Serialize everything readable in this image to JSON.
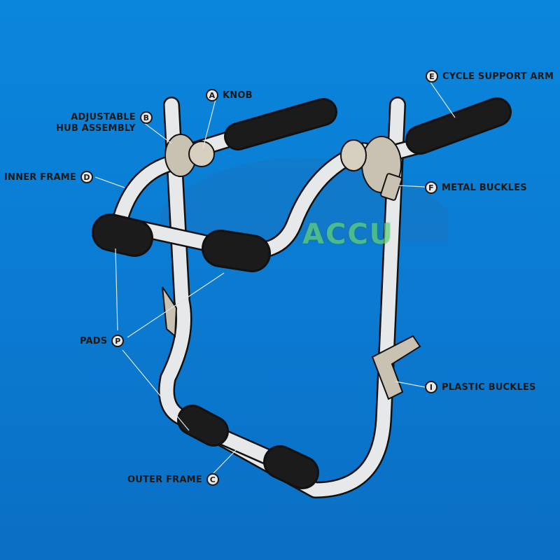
{
  "colors": {
    "background": "#0b7fd6",
    "frame": "#e6e8ea",
    "pad": "#1b1b1b",
    "outline": "#111111",
    "label_text": "#1a1a1a"
  },
  "watermark": "ACCU",
  "labels": {
    "a": {
      "letter": "A",
      "text": "KNOB"
    },
    "b": {
      "letter": "B",
      "line1": "ADJUSTABLE",
      "line2": "HUB ASSEMBLY"
    },
    "c": {
      "letter": "C",
      "text": "OUTER FRAME"
    },
    "d": {
      "letter": "D",
      "text": "INNER FRAME"
    },
    "e": {
      "letter": "E",
      "text": "CYCLE SUPPORT ARM"
    },
    "f": {
      "letter": "F",
      "text": "METAL BUCKLES"
    },
    "i": {
      "letter": "I",
      "text": "PLASTIC BUCKLES"
    },
    "p": {
      "letter": "P",
      "text": "PADS"
    }
  }
}
